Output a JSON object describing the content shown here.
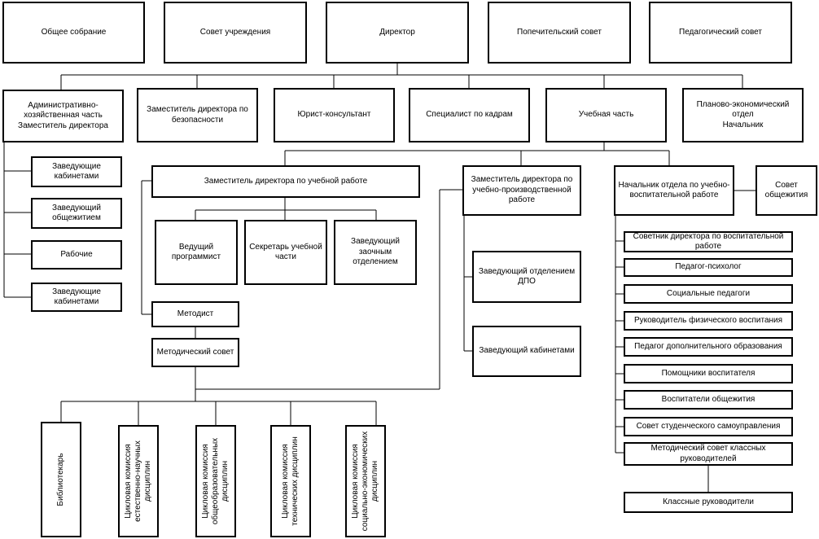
{
  "top": {
    "general_meeting": "Общее собрание",
    "council": "Совет учреждения",
    "director": "Директор",
    "trustees": "Попечительский совет",
    "ped_council": "Педагогический совет"
  },
  "level2": {
    "admin": "Административно-\nхозяйственная часть\nЗаместитель директора",
    "security": "Заместитель директора по\nбезопасности",
    "lawyer": "Юрист-консультант",
    "hr": "Специалист по кадрам",
    "academic": "Учебная часть",
    "planning": "Планово-экономический\nотдел\nНачальник"
  },
  "admin_items": [
    "Заведующие\nкабинетами",
    "Заведующий\nобщежитием",
    "Рабочие",
    "Заведующие\nкабинетами"
  ],
  "academic": {
    "deputy_study": "Заместитель директора по учебной работе",
    "lead_programmer": "Ведущий\nпрограммист",
    "secretary": "Секретарь учебной\nчасти",
    "head_correspondence": "Заведующий\nзаочным\nотделением",
    "methodist": "Методист",
    "method_council": "Методический совет",
    "commissions": [
      "Библиотекарь",
      "Цикловая комиссия\nестественно-научных\nдисциплин",
      "Цикловая комиссия\nобщеобразовательных\nдисциплин",
      "Цикловая комиссия\nтехнических дисциплин",
      "Цикловая комиссия\nсоциально-экономических\nдисциплин"
    ],
    "deputy_production": "Заместитель директора по\nучебно-производственной\nработе",
    "head_dpo": "Заведующий отделением\nДПО",
    "head_cabinets": "Заведующий кабинетами",
    "head_educational": "Начальник отдела по учебно-\nвоспитательной работе",
    "dorm_council": "Совет\nобщежития",
    "educational_items": [
      "Советник директора по воспитательной\nработе",
      "Педагог-психолог",
      "Социальные педагоги",
      "Руководитель физического воспитания",
      "Педагог дополнительного образования",
      "Помощники воспитателя",
      "Воспитатели общежития",
      "Совет студенческого самоуправления",
      "Методический совет классных\nруководителей"
    ],
    "class_teachers": "Классные руководители"
  }
}
